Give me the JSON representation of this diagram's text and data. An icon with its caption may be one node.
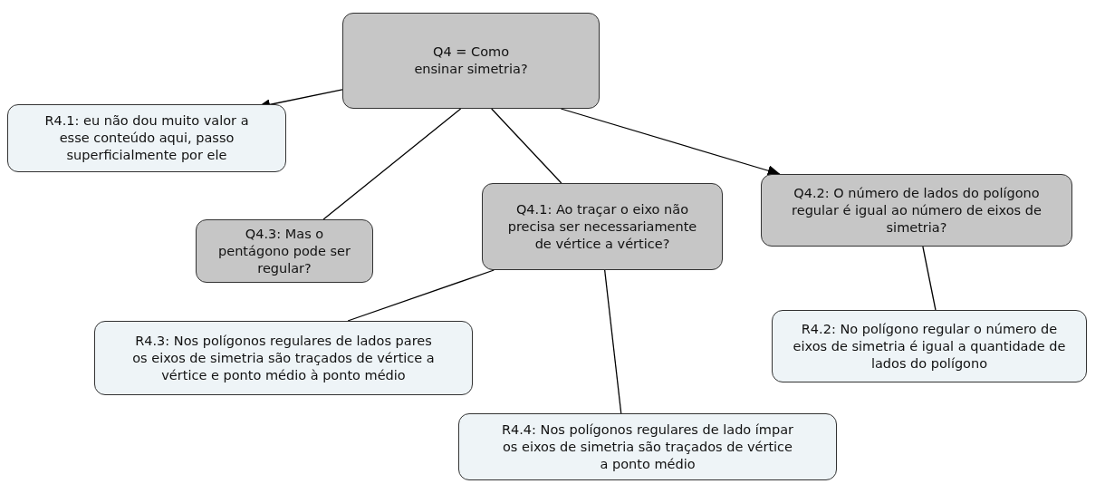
{
  "diagram": {
    "nodes": [
      {
        "text": [
          "Q4 = Como ensinar simetria?"
        ]
      },
      {
        "text": [
          "R4.1: eu não dou muito valor a esse conteúdo aqui, passo superficialmente por ele"
        ]
      },
      {
        "text": [
          "Q4.3: Mas o pentágono pode ser regular?"
        ]
      },
      {
        "text": [
          "Q4.1: Ao traçar o eixo não precisa ser necessariamente de vértice a vértice?"
        ]
      },
      {
        "text": [
          "Q4.2: O número de lados do polígono regular é igual ao número de eixos de simetria?"
        ]
      },
      {
        "text": [
          "R4.3: Nos polígonos regulares de lados pares os eixos de simetria são traçados de vértice a vértice e ponto médio à ponto médio"
        ]
      },
      {
        "text": [
          "R4.2: No polígono regular o número de eixos de simetria é igual a quantidade de lados do polígono"
        ]
      },
      {
        "text": [
          "R4.4: Nos polígonos regulares de lado ímpar os eixos de simetria são traçados de vértice a ponto médio"
        ]
      }
    ],
    "edges": [
      {
        "from": 0,
        "to": 1,
        "arrow": "to"
      },
      {
        "from": 0,
        "to": 4,
        "arrow": "to"
      },
      {
        "from": 0,
        "to": 2,
        "arrow": "none"
      },
      {
        "from": 0,
        "to": 3,
        "arrow": "none"
      },
      {
        "from": 3,
        "to": 5,
        "arrow": "none"
      },
      {
        "from": 3,
        "to": 7,
        "arrow": "none"
      },
      {
        "from": 4,
        "to": 6,
        "arrow": "none"
      }
    ]
  }
}
